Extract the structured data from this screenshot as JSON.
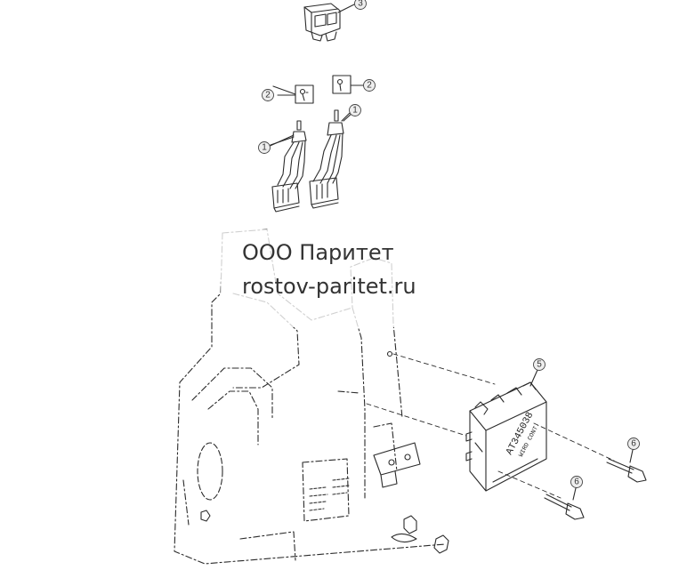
{
  "watermark": {
    "company": "ООО Паритет",
    "website": "rostov-paritet.ru"
  },
  "callouts": {
    "c1a": "1",
    "c1b": "1",
    "c2a": "2",
    "c2b": "2",
    "c3": "3",
    "c5": "5",
    "c6a": "6",
    "c6b": "6"
  },
  "ecu_label": {
    "line1": "AT345038",
    "line2": "WIRD CONT."
  },
  "colors": {
    "line": "#2b2b2b",
    "callout_fill": "#eeeeee",
    "watermark_text": "#333333"
  }
}
